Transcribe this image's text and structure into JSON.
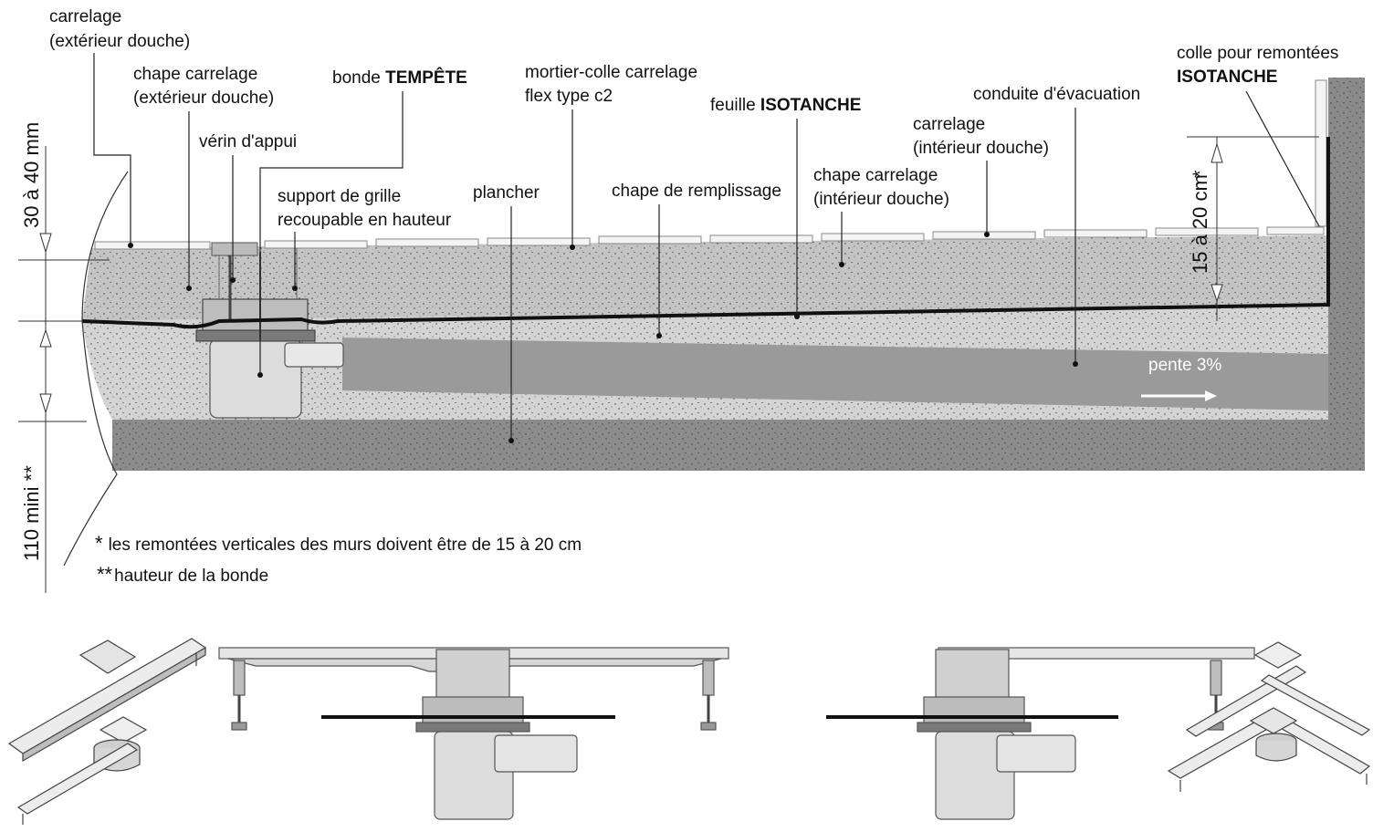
{
  "labels": {
    "carrelage_ext": [
      "carrelage",
      "(extérieur douche)"
    ],
    "chape_carrelage_ext": [
      "chape carrelage",
      "(extérieur douche)"
    ],
    "bonde_prefix": "bonde ",
    "bonde_brand": "TEMPÊTE",
    "mortier_colle": [
      "mortier-colle carrelage",
      "flex type c2"
    ],
    "verin": "vérin d'appui",
    "feuille_prefix": "feuille ",
    "feuille_brand": "ISOTANCHE",
    "conduite": "conduite d'évacuation",
    "colle_remontees": "colle pour remontées",
    "colle_brand": "ISOTANCHE",
    "carrelage_int": [
      "carrelage",
      "(intérieur douche)"
    ],
    "support_grille": [
      "support de grille",
      "recoupable en hauteur"
    ],
    "plancher": "plancher",
    "chape_remplissage": "chape de remplissage",
    "chape_carrelage_int": [
      "chape carrelage",
      "(intérieur douche)"
    ],
    "pente": "pente 3%"
  },
  "dimensions": {
    "dim_30_40": "30 à 40 mm",
    "dim_110": "110 mini **",
    "dim_15_20": "15 à 20 cm",
    "dim_15_20_mark": "*"
  },
  "notes": {
    "note1_mark": "*",
    "note1_text": "les remontées verticales des murs doivent être de 15 à 20 cm",
    "note2_mark": "**",
    "note2_text": "hauteur de la bonde"
  },
  "colors": {
    "floor_slab": "#8c8c8c",
    "screed": "#c8c8c8",
    "fill_screed": "#d2d2d2",
    "pipe": "#9a9a9a",
    "membrane": "#111111",
    "tile": "#f4f4f4",
    "wall": "#8a8a8a"
  }
}
